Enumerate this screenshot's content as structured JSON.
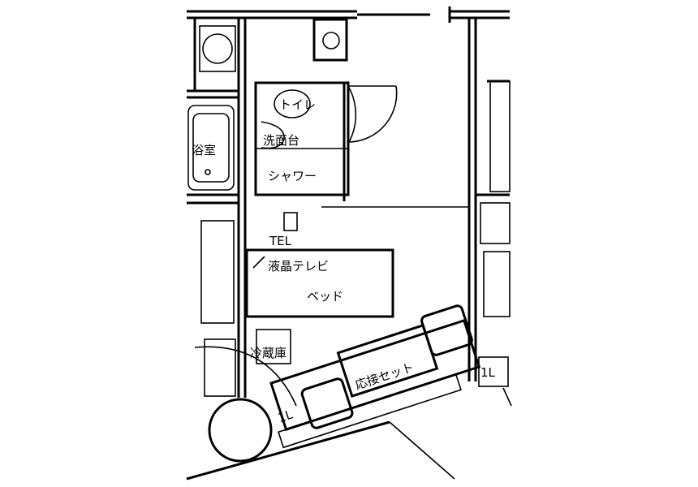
{
  "labels": {
    "bathroom": "浴室",
    "toilet": "トイレ",
    "washbasin": "洗面台",
    "shower": "シャワー",
    "tel": "TEL",
    "lcd_tv": "液晶テレビ",
    "bed": "ベッド",
    "fridge": "冷蔵庫",
    "sofa_set": "応接セット",
    "unit_left": "1L",
    "unit_right": "1L"
  }
}
